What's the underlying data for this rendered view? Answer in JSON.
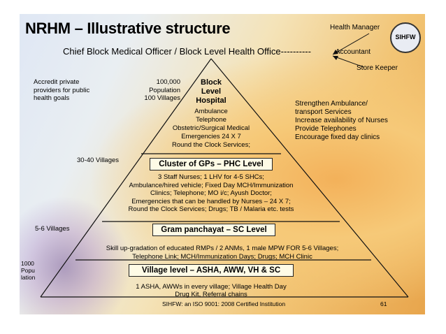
{
  "title": "NRHM – Illustrative structure",
  "headline": "Chief Block Medical Officer / Block Level Health Office",
  "headline_dashes": "----------",
  "side_roles": {
    "health_manager": "Health Manager",
    "accountant": "Accountant",
    "store_keeper": "Store Keeper"
  },
  "logo_text": "SIHFW",
  "left_notes": {
    "accredit": [
      "Accredit private",
      "providers for public",
      "health goals"
    ],
    "population": [
      "100,000",
      "Population",
      "100 Villages"
    ],
    "villages_30_40": "30-40 Villages",
    "villages_5_6": "5-6 Villages",
    "population_1000": [
      "1000",
      "Popu",
      "lation"
    ]
  },
  "right_notes": [
    "Strengthen Ambulance/",
    "transport Services",
    "Increase availability of Nurses",
    "Provide Telephones",
    "Encourage fixed day clinics"
  ],
  "block_level": {
    "title": [
      "Block",
      "Level",
      "Hospital"
    ],
    "lines": [
      "Ambulance",
      "Telephone",
      "Obstetric/Surgical Medical",
      "Emergencies 24 X 7",
      "Round the Clock Services;"
    ]
  },
  "phc_level": {
    "label": "Cluster of GPs – PHC Level",
    "lines": [
      "3 Staff Nurses; 1 LHV for 4-5 SHCs;",
      "Ambulance/hired vehicle; Fixed Day MCH/Immunization",
      "Clinics; Telephone; MO i/c; Ayush Doctor;",
      "Emergencies that can be handled by Nurses – 24 X 7;",
      "Round the Clock Services; Drugs; TB / Malaria etc. tests"
    ]
  },
  "sc_level": {
    "label": "Gram panchayat – SC Level",
    "lines": [
      "Skill up-gradation of educated RMPs / 2 ANMs, 1 male MPW FOR 5-6 Villages;",
      "Telephone Link; MCH/Immunization Days; Drugs; MCH Clinic"
    ]
  },
  "village_level": {
    "label": "Village level – ASHA, AWW, VH & SC",
    "lines": [
      "1 ASHA, AWWs in every village; Village Health Day",
      "Drug Kit, Referral chains"
    ]
  },
  "footer": "SIHFW: an ISO 9001: 2008 Certified Institution",
  "page_number": "61"
}
